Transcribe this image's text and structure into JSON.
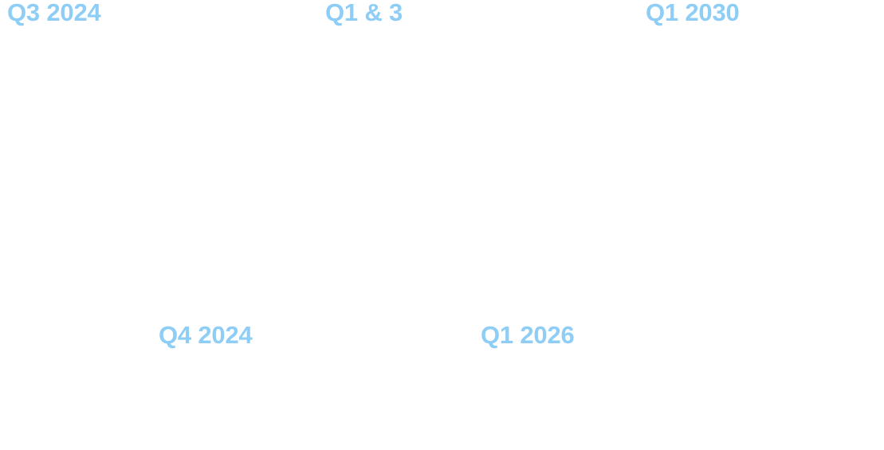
{
  "colors": {
    "label": "#8ecdf6",
    "background": "#ffffff"
  },
  "milestones": [
    {
      "label": "Q3 2024"
    },
    {
      "label": "Q1 & 3"
    },
    {
      "label": "Q1 2030"
    },
    {
      "label": "Q4 2024"
    },
    {
      "label": "Q1 2026"
    }
  ]
}
